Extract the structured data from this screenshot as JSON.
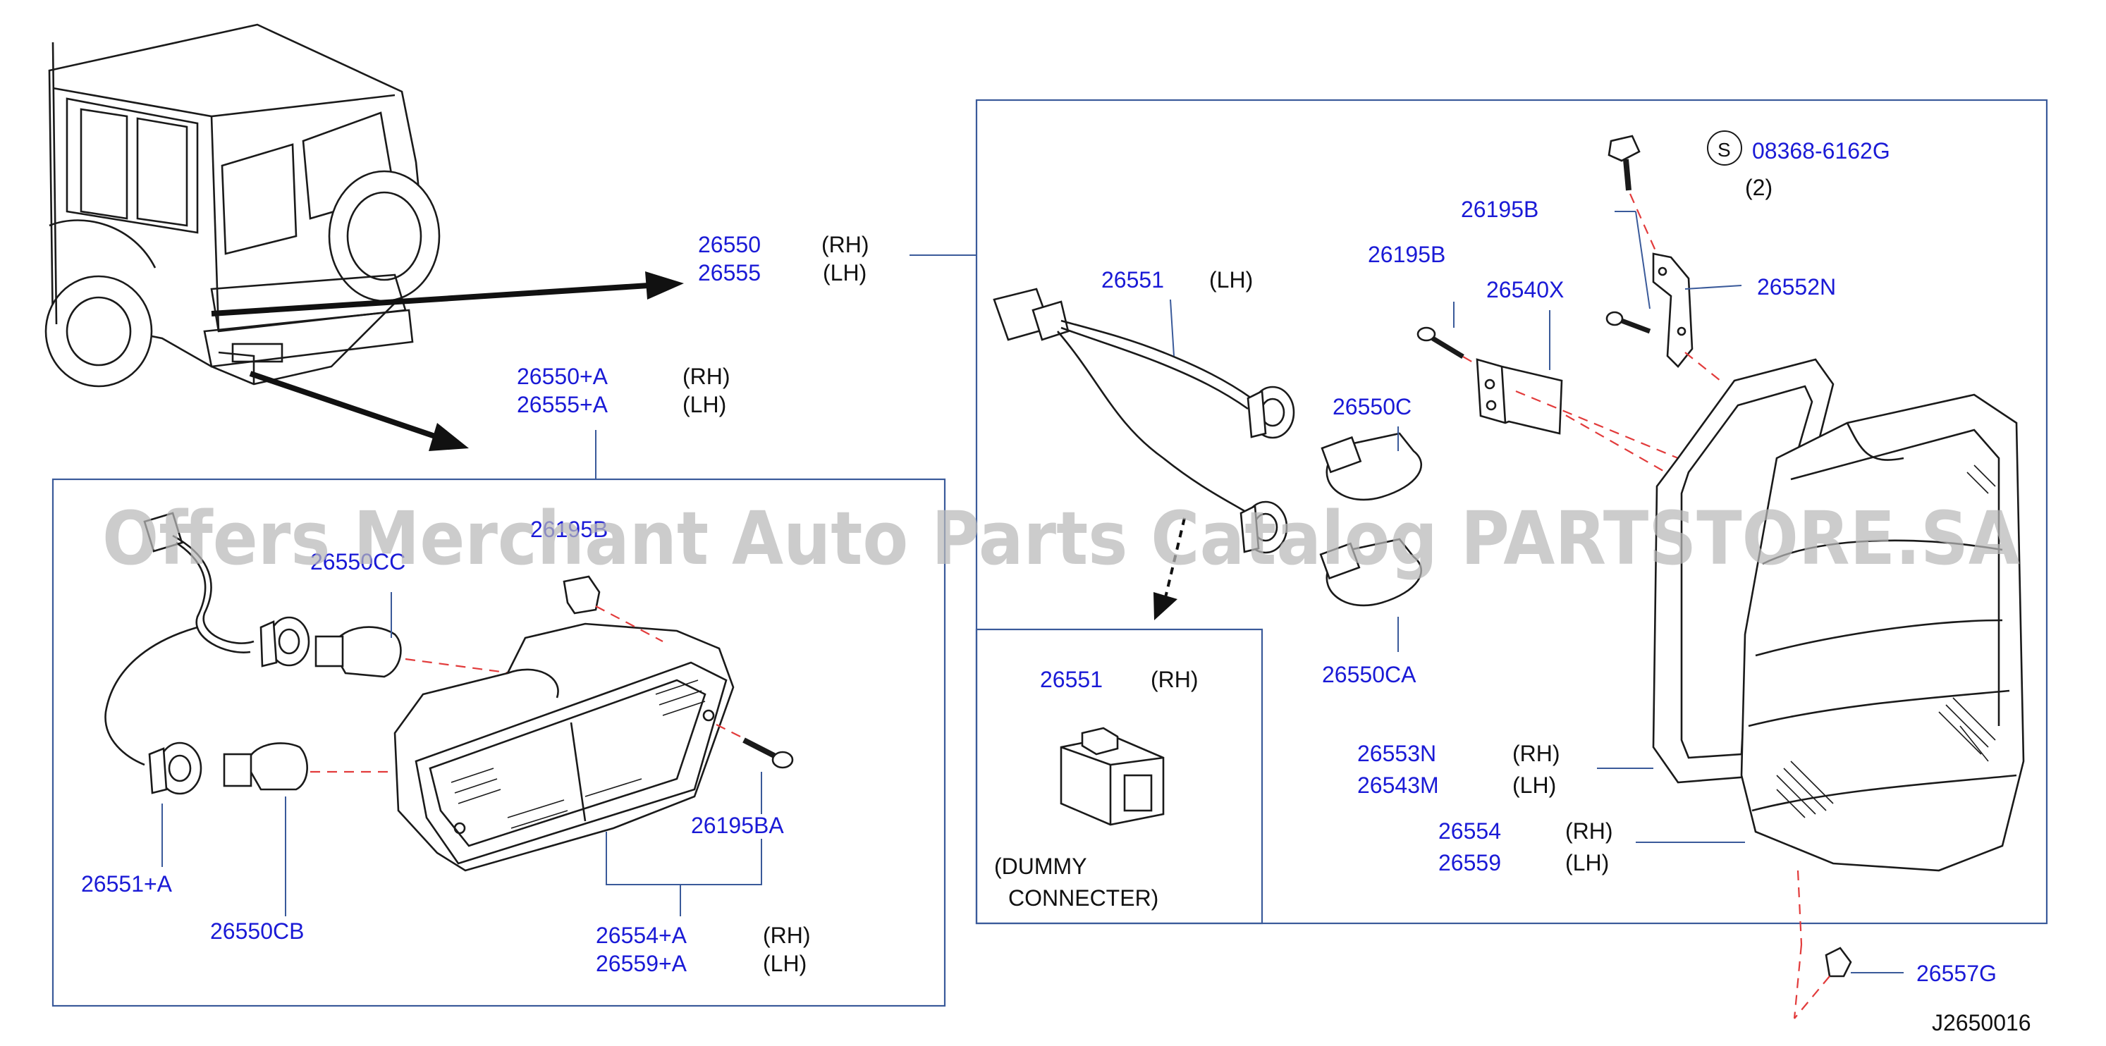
{
  "labels": {
    "top_rh_pn": "26550",
    "top_rh_side": "(RH)",
    "top_lh_pn": "26555",
    "top_lh_side": "(LH)",
    "mid_rh_pn": "26550+A",
    "mid_rh_side": "(RH)",
    "mid_lh_pn": "26555+A",
    "mid_lh_side": "(LH)",
    "harness_pn": "26551",
    "harness_side": "(LH)",
    "bolt_symbol": "S",
    "bolt_pn": "08368-6162G",
    "bolt_qty": "(2)",
    "screw_upper_pn": "26195B",
    "screw_lower_pn": "26195B",
    "bracket_pn": "26540X",
    "bracket_small_pn": "26552N",
    "bulb_c_pn": "26550C",
    "bulb_ca_pn": "26550CA",
    "dummy_pn": "26551",
    "dummy_side": "(RH)",
    "dummy_line1": "(DUMMY",
    "dummy_line2": "CONNECTER)",
    "gasket_rh_pn": "26553N",
    "gasket_rh_side": "(RH)",
    "gasket_lh_pn": "26543M",
    "gasket_lh_side": "(LH)",
    "lens_rh_pn": "26554",
    "lens_rh_side": "(RH)",
    "lens_lh_pn": "26559",
    "lens_lh_side": "(LH)",
    "clip_pn": "26557G",
    "diagram_code": "J2650016",
    "left_bulb_cc_pn": "26550CC",
    "left_clip_pn": "26195B",
    "left_harness_pn": "26551+A",
    "left_bulb_cb_pn": "26550CB",
    "left_screw_pn": "26195BA",
    "left_lens_rh_pn": "26554+A",
    "left_lens_rh_side": "(RH)",
    "left_lens_lh_pn": "26559+A",
    "left_lens_lh_side": "(LH)"
  },
  "watermark": "Offers Merchant Auto Parts Catalog PARTSTORE.SA",
  "colors": {
    "part_number": "#1a1ad6",
    "frame": "#3a5a9a",
    "dashed_guide": "#e23b3b",
    "watermark": "#b9b9b9"
  }
}
